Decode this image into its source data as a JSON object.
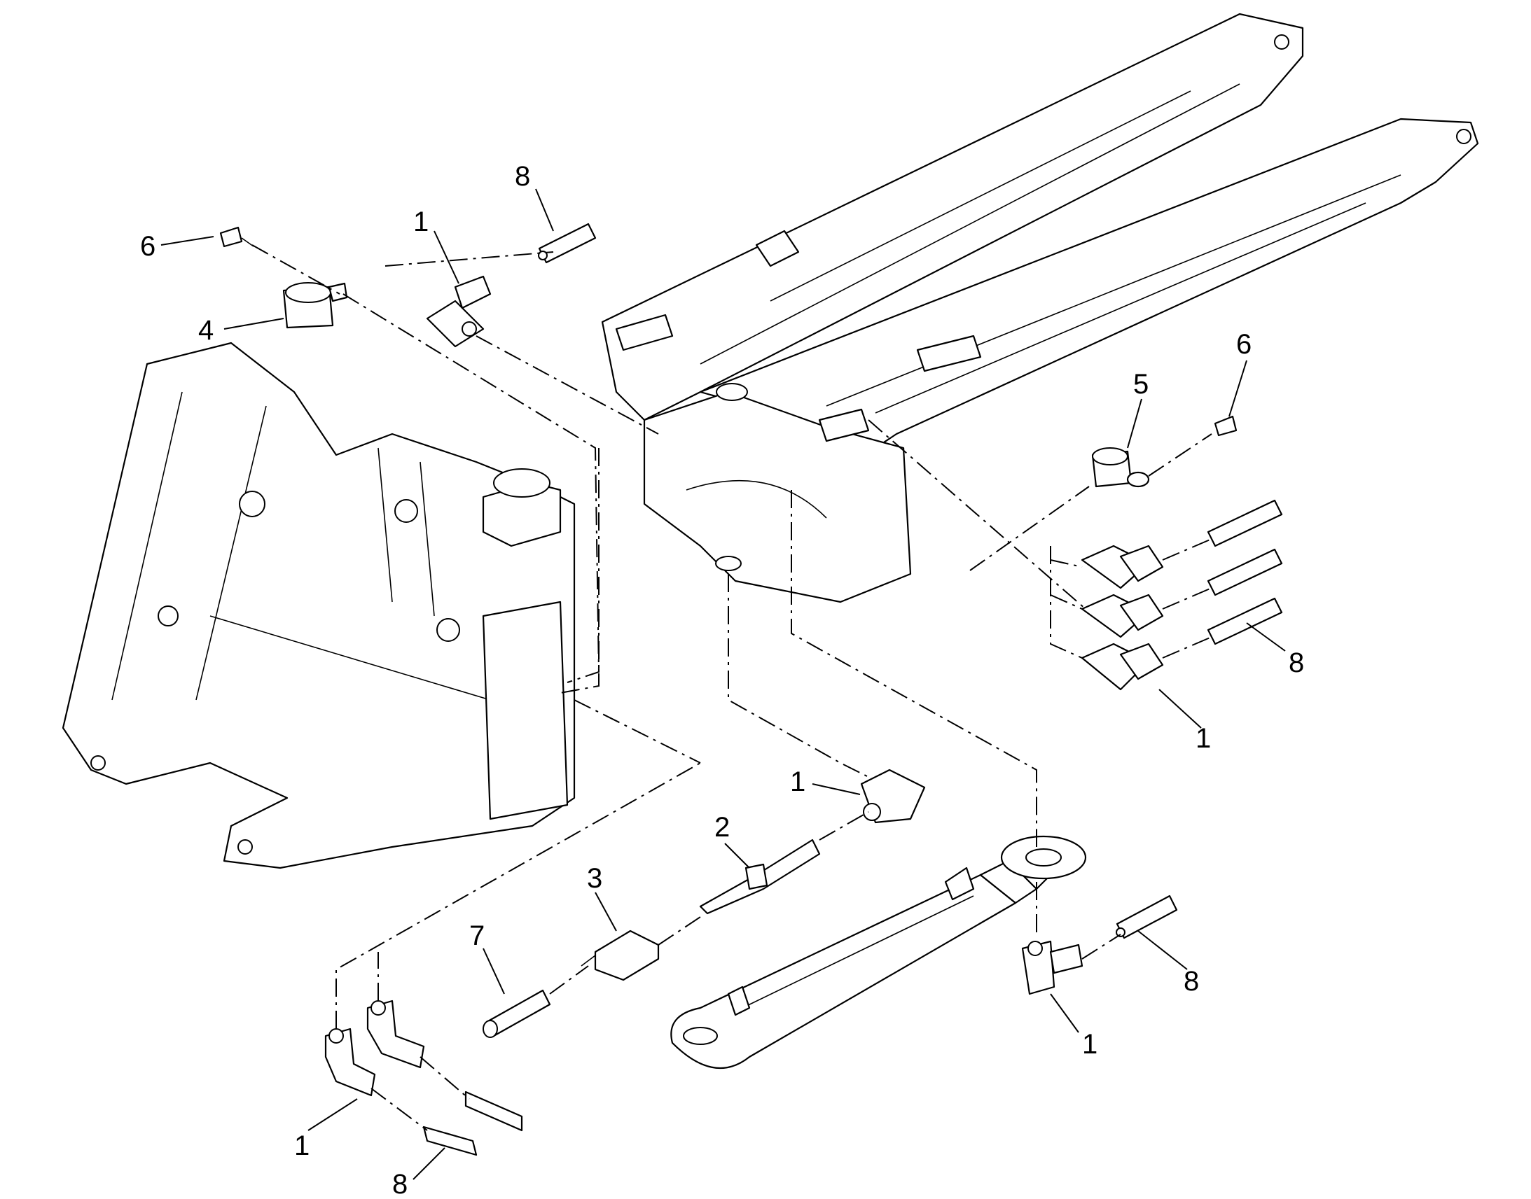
{
  "callouts": [
    {
      "id": "c1",
      "text": "8"
    },
    {
      "id": "c2",
      "text": "1"
    },
    {
      "id": "c3",
      "text": "6"
    },
    {
      "id": "c4",
      "text": "4"
    },
    {
      "id": "c5",
      "text": "6"
    },
    {
      "id": "c6",
      "text": "5"
    },
    {
      "id": "c7",
      "text": "8"
    },
    {
      "id": "c8",
      "text": "1"
    },
    {
      "id": "c9",
      "text": "1"
    },
    {
      "id": "c10",
      "text": "2"
    },
    {
      "id": "c11",
      "text": "3"
    },
    {
      "id": "c12",
      "text": "7"
    },
    {
      "id": "c13",
      "text": "8"
    },
    {
      "id": "c14",
      "text": "1"
    },
    {
      "id": "c15",
      "text": "1"
    },
    {
      "id": "c16",
      "text": "8"
    }
  ]
}
